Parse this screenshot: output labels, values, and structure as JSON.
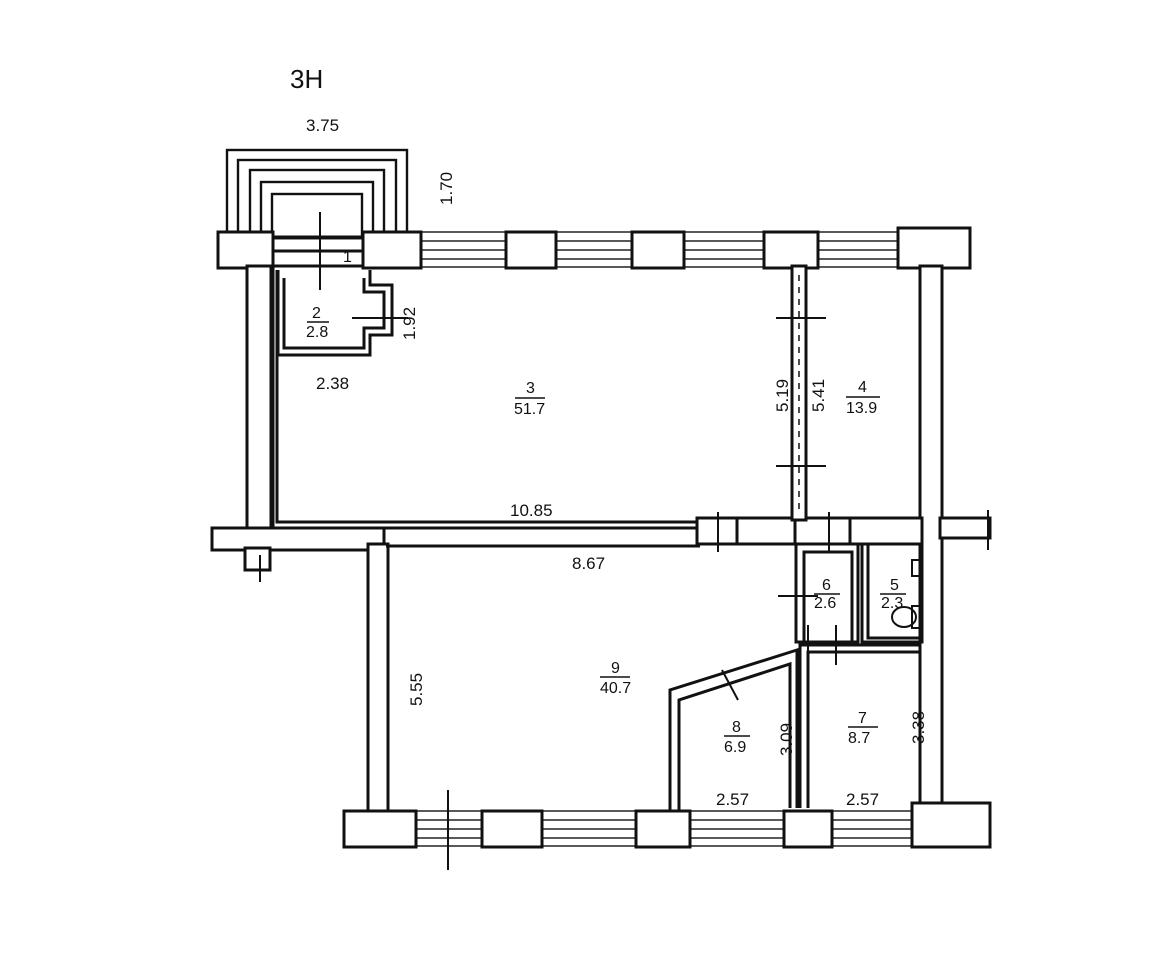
{
  "plan": {
    "title": "3Н",
    "rooms": [
      {
        "id": "1",
        "number": "1",
        "area": ""
      },
      {
        "id": "2",
        "number": "2",
        "area": "2.8"
      },
      {
        "id": "3",
        "number": "3",
        "area": "51.7"
      },
      {
        "id": "4",
        "number": "4",
        "area": "13.9"
      },
      {
        "id": "5",
        "number": "5",
        "area": "2.3"
      },
      {
        "id": "6",
        "number": "6",
        "area": "2.6"
      },
      {
        "id": "7",
        "number": "7",
        "area": "8.7"
      },
      {
        "id": "8",
        "number": "8",
        "area": "6.9"
      },
      {
        "id": "9",
        "number": "9",
        "area": "40.7"
      }
    ],
    "dimensions": {
      "porch_width": "3.75",
      "porch_depth": "1.70",
      "room2_height": "1.92",
      "room2_width": "2.38",
      "room3_width": "10.85",
      "room3_height": "5.19",
      "room4_height": "5.41",
      "room9_width": "8.67",
      "room9_height": "5.55",
      "room8_height": "3.09",
      "room8_width": "2.57",
      "room7_height": "3.38",
      "room7_width": "2.57"
    }
  }
}
